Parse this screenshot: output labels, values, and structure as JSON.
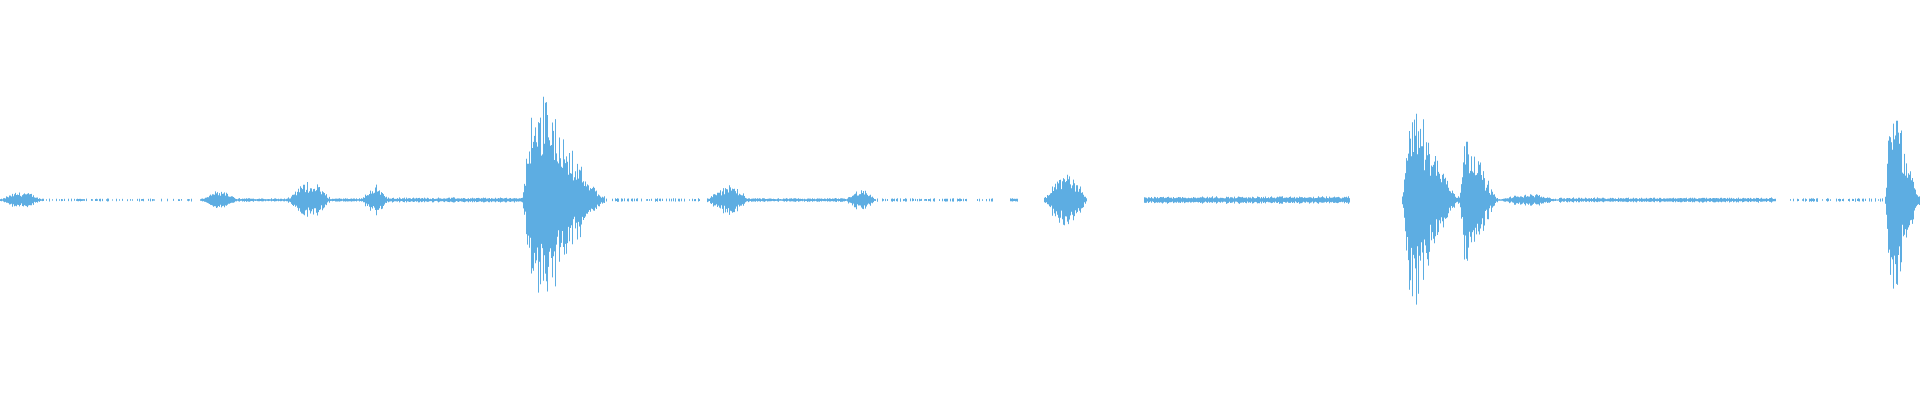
{
  "waveform": {
    "color": "#5dade2",
    "background": "#ffffff",
    "duration_fraction_visible": 1.0,
    "segments": [
      {
        "start": 0.0,
        "end": 0.022,
        "amp": 0.07,
        "type": "burst"
      },
      {
        "start": 0.022,
        "end": 0.1,
        "amp": 0.012,
        "type": "dotted"
      },
      {
        "start": 0.104,
        "end": 0.124,
        "amp": 0.07,
        "type": "burst"
      },
      {
        "start": 0.124,
        "end": 0.15,
        "amp": 0.015,
        "type": "line"
      },
      {
        "start": 0.15,
        "end": 0.172,
        "amp": 0.16,
        "type": "burst"
      },
      {
        "start": 0.172,
        "end": 0.188,
        "amp": 0.015,
        "type": "line"
      },
      {
        "start": 0.188,
        "end": 0.202,
        "amp": 0.12,
        "type": "burst"
      },
      {
        "start": 0.202,
        "end": 0.272,
        "amp": 0.02,
        "type": "line"
      },
      {
        "start": 0.272,
        "end": 0.315,
        "amp": 1.0,
        "type": "spike"
      },
      {
        "start": 0.315,
        "end": 0.365,
        "amp": 0.015,
        "type": "dotted"
      },
      {
        "start": 0.368,
        "end": 0.39,
        "amp": 0.12,
        "type": "burst"
      },
      {
        "start": 0.39,
        "end": 0.44,
        "amp": 0.015,
        "type": "line"
      },
      {
        "start": 0.44,
        "end": 0.456,
        "amp": 0.09,
        "type": "burst"
      },
      {
        "start": 0.456,
        "end": 0.517,
        "amp": 0.015,
        "type": "dotted"
      },
      {
        "start": 0.526,
        "end": 0.53,
        "amp": 0.015,
        "type": "line"
      },
      {
        "start": 0.544,
        "end": 0.566,
        "amp": 0.22,
        "type": "burst"
      },
      {
        "start": 0.596,
        "end": 0.703,
        "amp": 0.03,
        "type": "line"
      },
      {
        "start": 0.73,
        "end": 0.76,
        "amp": 0.95,
        "type": "spike"
      },
      {
        "start": 0.76,
        "end": 0.78,
        "amp": 0.65,
        "type": "spike"
      },
      {
        "start": 0.78,
        "end": 0.812,
        "amp": 0.05,
        "type": "burst"
      },
      {
        "start": 0.812,
        "end": 0.925,
        "amp": 0.02,
        "type": "line"
      },
      {
        "start": 0.93,
        "end": 0.982,
        "amp": 0.015,
        "type": "dotted"
      },
      {
        "start": 0.982,
        "end": 1.0,
        "amp": 1.0,
        "type": "spike"
      }
    ]
  }
}
